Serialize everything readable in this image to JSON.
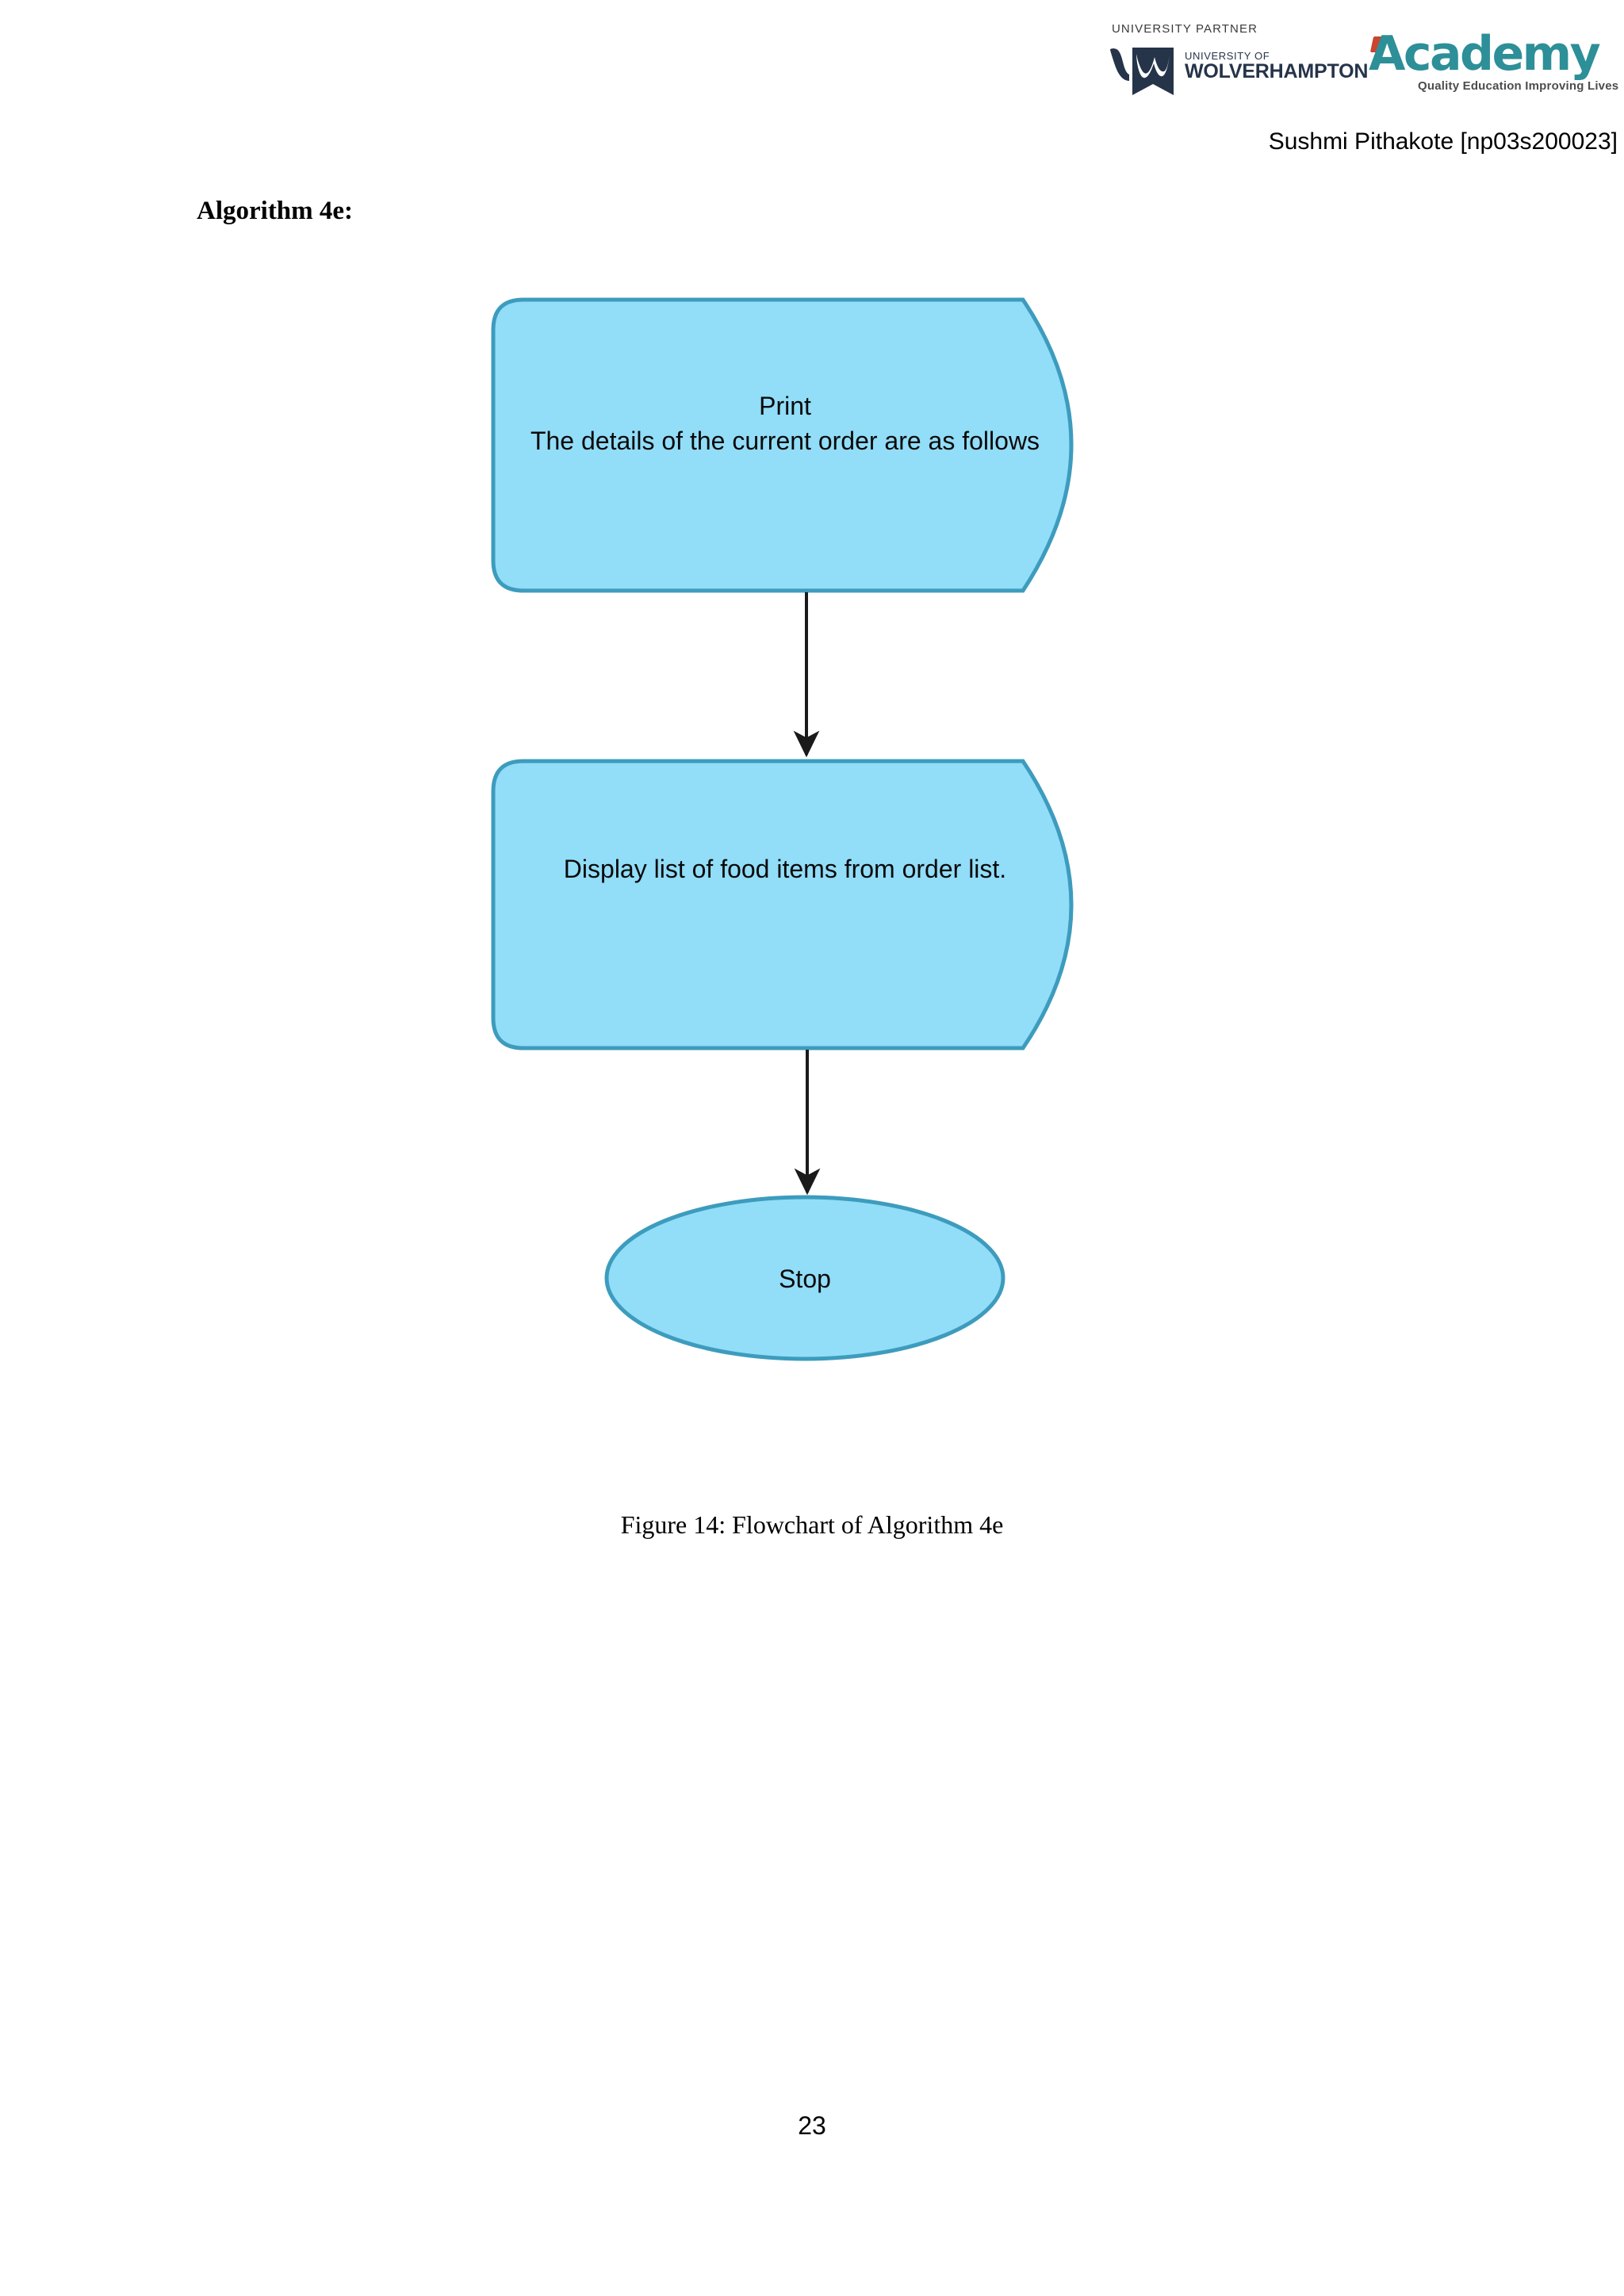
{
  "header": {
    "partner_label": "UNIVERSITY PARTNER",
    "university_line1": "UNIVERSITY OF",
    "university_line2": "WOLVERHAMPTON",
    "academy_wordmark": "Academy",
    "academy_tagline": "Quality Education Improving Lives",
    "student_line": "Sushmi Pithakote [np03s200023]"
  },
  "document": {
    "algorithm_title": "Algorithm 4e:",
    "figure_caption": "Figure 14: Flowchart of Algorithm 4e",
    "page_number": "23"
  },
  "colors": {
    "shape_fill": "#92ddf8",
    "shape_stroke": "#3d9cbd",
    "arrow": "#1a1a1a",
    "logo_navy": "#26344a",
    "logo_teal": "#2d8f98",
    "logo_red": "#c9452f"
  },
  "chart_data": {
    "type": "diagram",
    "title": "Figure 14: Flowchart of Algorithm 4e",
    "nodes": [
      {
        "id": "print",
        "shape": "display",
        "lines": [
          "Print",
          "The details of the current order are as",
          "follows"
        ],
        "text": "Print\nThe details of the current order are as follows"
      },
      {
        "id": "display-list",
        "shape": "display",
        "lines": [
          "Display list of food items from",
          "order list."
        ],
        "text": "Display list of food items from order list."
      },
      {
        "id": "stop",
        "shape": "ellipse",
        "lines": [
          "Stop"
        ],
        "text": "Stop"
      }
    ],
    "edges": [
      {
        "from": "print",
        "to": "display-list",
        "label": ""
      },
      {
        "from": "display-list",
        "to": "stop",
        "label": ""
      }
    ]
  }
}
